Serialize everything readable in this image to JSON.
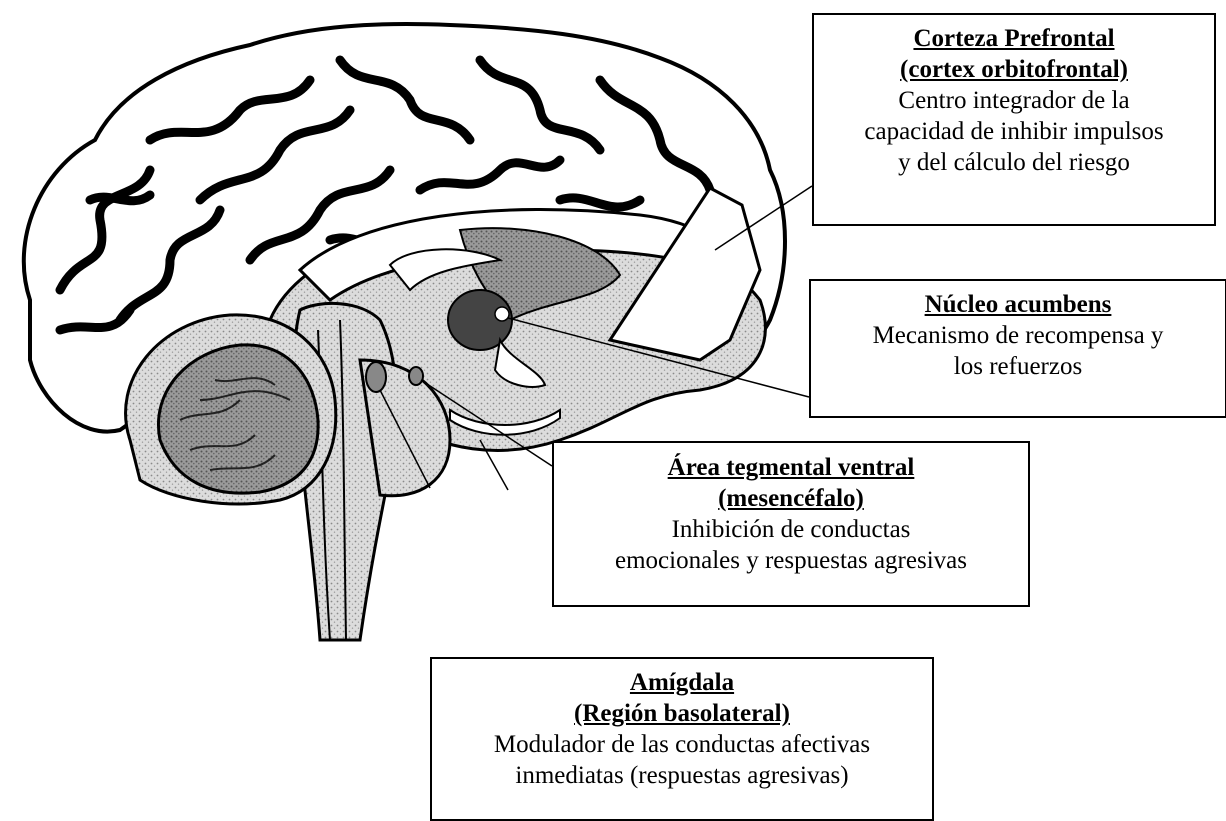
{
  "colors": {
    "outline": "#000000",
    "cortex_fill": "#ffffff",
    "stipple_fill": "#d4d4d4",
    "mid_fill": "#b5b5b5",
    "dark_fill": "#555555",
    "cerebellum_dark": "#6e6e6e"
  },
  "labels": {
    "prefrontal": {
      "title_lines": [
        "Corteza Prefrontal",
        "(cortex orbitofrontal)"
      ],
      "desc_lines": [
        "Centro integrador de la",
        "capacidad de inhibir impulsos",
        "y del cálculo del riesgo"
      ]
    },
    "acumbens": {
      "title_lines": [
        "Núcleo acumbens"
      ],
      "desc_lines": [
        "Mecanismo de recompensa y",
        "los refuerzos"
      ]
    },
    "vta": {
      "title_lines": [
        "Área tegmental ventral",
        "(mesencéfalo)"
      ],
      "desc_lines": [
        "Inhibición de conductas",
        "emocionales y respuestas agresivas"
      ]
    },
    "amigdala": {
      "title_lines": [
        "Amígdala",
        "(Región basolateral)"
      ],
      "desc_lines": [
        "Modulador de las conductas afectivas",
        "inmediatas (respuestas agresivas)"
      ]
    }
  }
}
